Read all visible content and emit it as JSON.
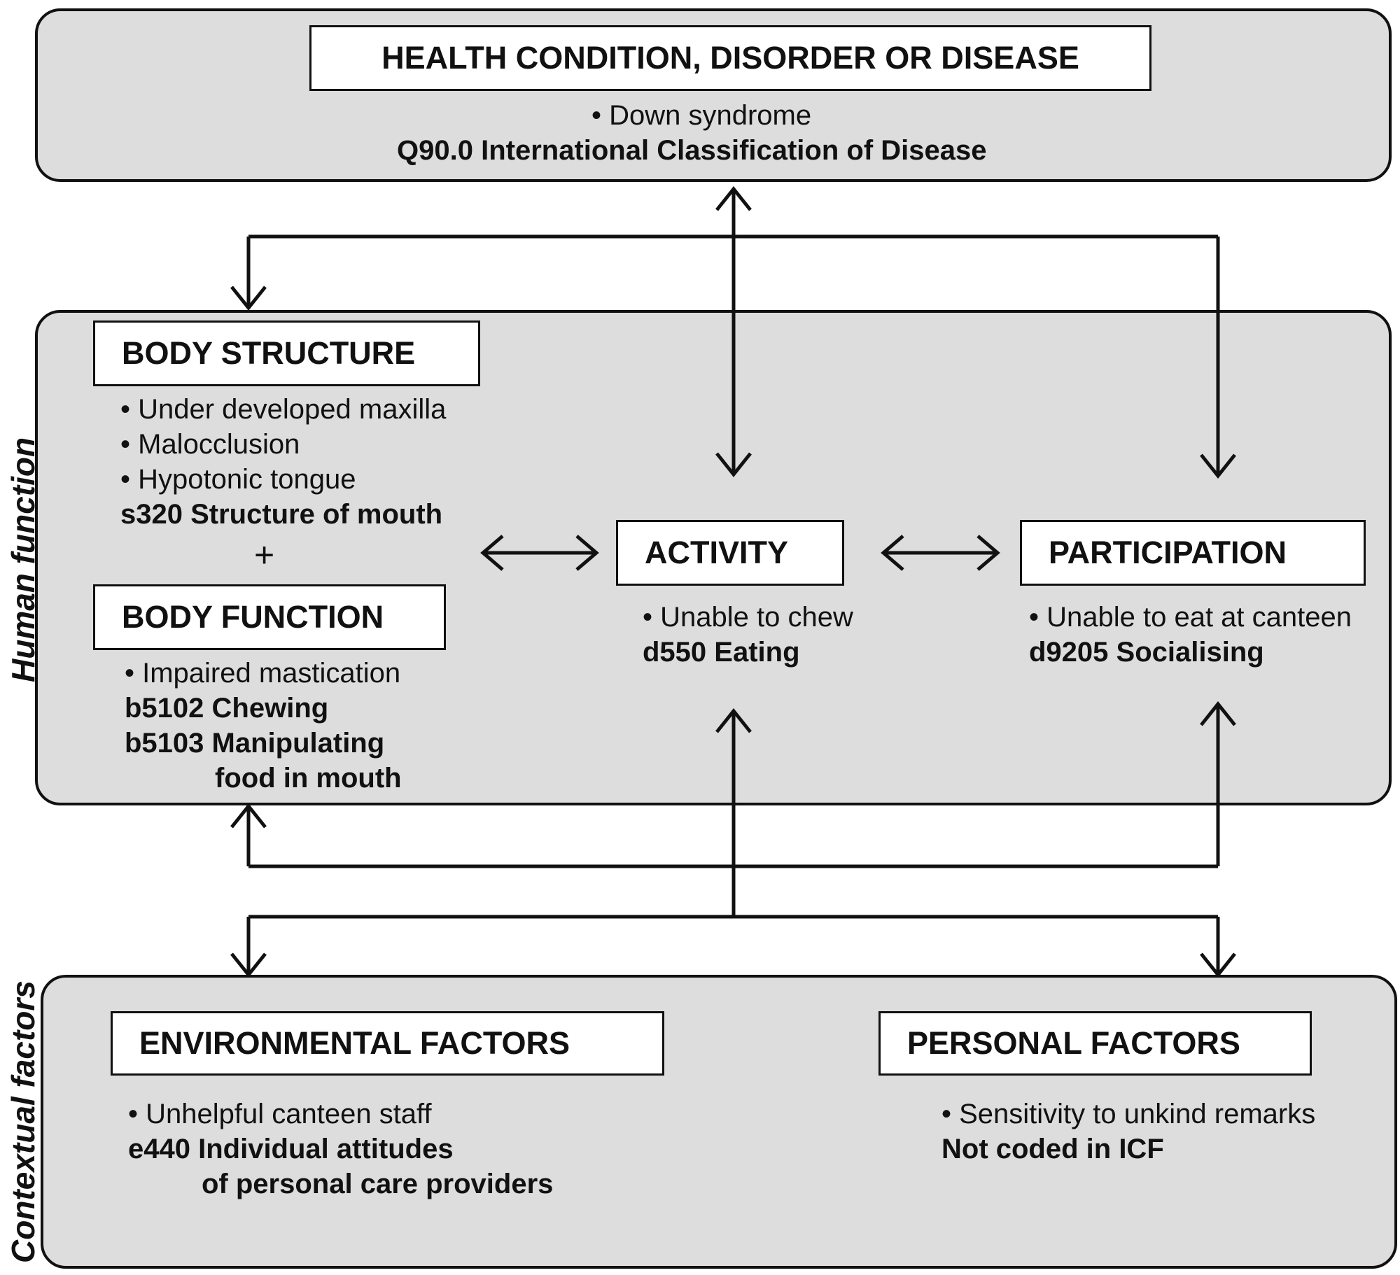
{
  "health": {
    "title": "HEALTH CONDITION, DISORDER OR DISEASE",
    "bullet": "• Down syndrome",
    "code": "Q90.0  International Classification of Disease"
  },
  "human_function": {
    "side_label": "Human  function",
    "body_structure": {
      "title": "BODY STRUCTURE",
      "bullets": [
        "• Under developed maxilla",
        "• Malocclusion",
        "• Hypotonic tongue"
      ],
      "code": "s320 Structure of mouth"
    },
    "plus": "+",
    "body_function": {
      "title": "BODY FUNCTION",
      "bullet": "• Impaired mastication",
      "codes": [
        "b5102 Chewing",
        "b5103 Manipulating",
        "food in mouth"
      ]
    },
    "activity": {
      "title": "ACTIVITY",
      "bullet": "• Unable to chew",
      "code": "d550 Eating"
    },
    "participation": {
      "title": "PARTICIPATION",
      "bullet": "• Unable to eat at canteen",
      "code": "d9205 Socialising"
    }
  },
  "contextual": {
    "side_label": "Contextual factors",
    "environmental": {
      "title": "ENVIRONMENTAL FACTORS",
      "bullet": "• Unhelpful canteen staff",
      "codes": [
        "e440 Individual attitudes",
        "of personal care providers"
      ]
    },
    "personal": {
      "title": "PERSONAL FACTORS",
      "bullet": "• Sensitivity to unkind remarks",
      "code": "Not coded in ICF"
    }
  }
}
